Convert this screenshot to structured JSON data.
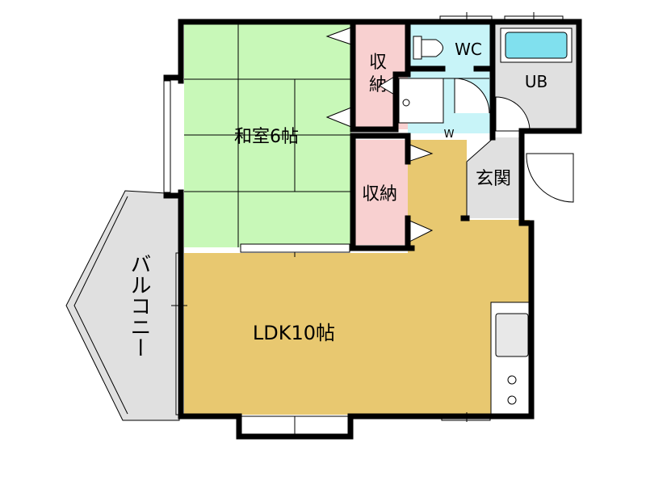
{
  "rooms": {
    "washitsu": {
      "label": "和室6帖"
    },
    "storage_top": {
      "label_line1": "収",
      "label_line2": "納"
    },
    "storage_mid": {
      "label": "収納"
    },
    "wc": {
      "label": "WC"
    },
    "ub": {
      "label": "UB"
    },
    "entrance": {
      "label": "玄関"
    },
    "ldk": {
      "label": "LDK10帖"
    },
    "balcony": {
      "label": "バルコニー"
    },
    "washer_mark": {
      "label": "W"
    }
  },
  "colors": {
    "washitsu": "#c8f8b8",
    "storage": "#f8d0d0",
    "wet_area": "#c8f4f8",
    "ub_floor": "#e0e0e0",
    "entrance": "#e0e0e0",
    "ldk": "#e8c870",
    "balcony": "#e0e0e0",
    "bath": "#80e0ee",
    "wall": "#000000"
  }
}
